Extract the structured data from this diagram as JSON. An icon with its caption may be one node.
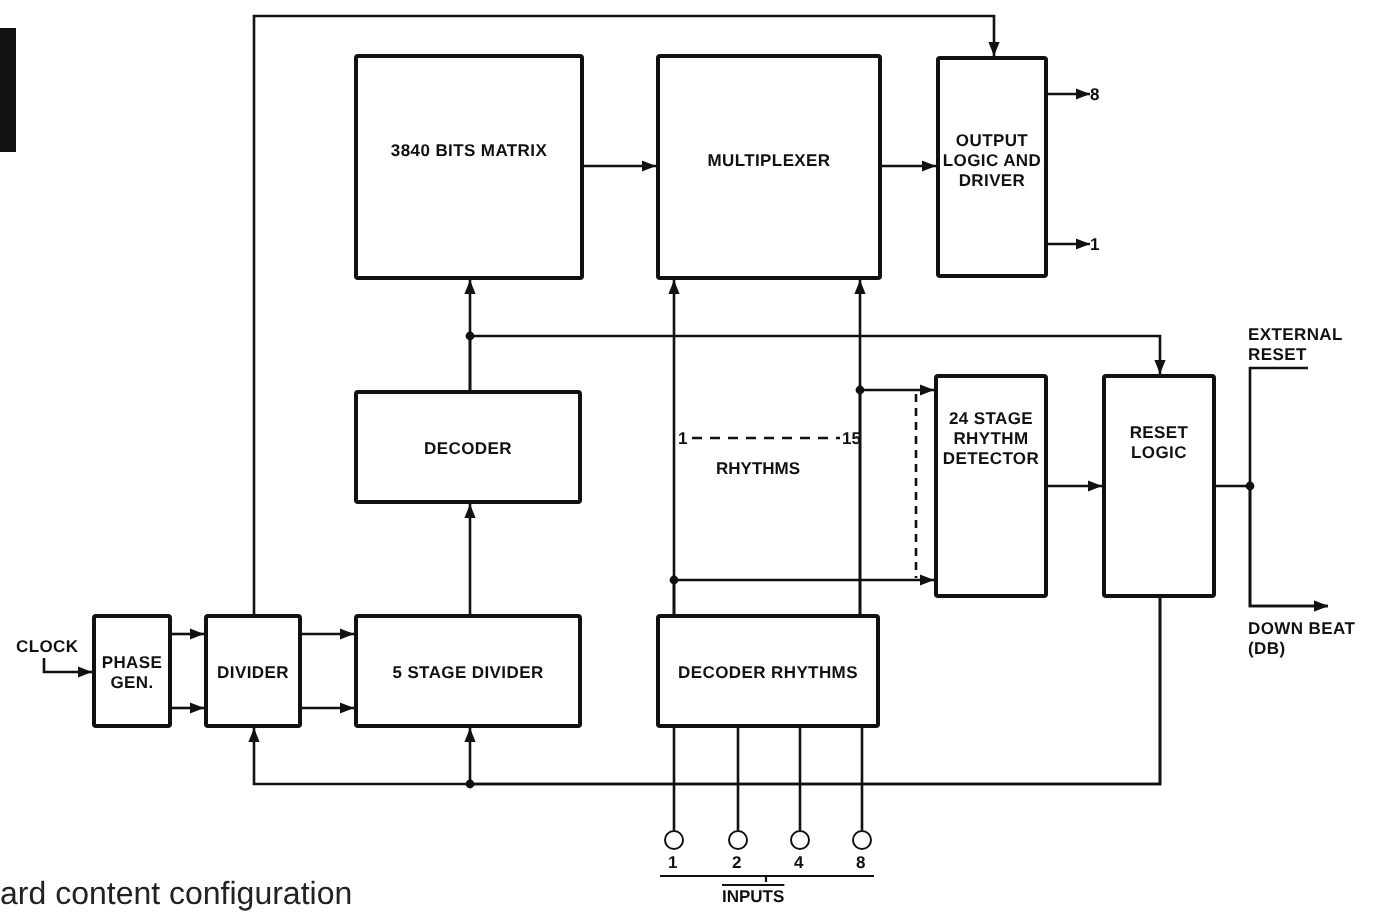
{
  "diagram": {
    "nodes": [
      {
        "text": [
          "CLOCK"
        ]
      },
      {
        "text": [
          "PHASE GEN."
        ]
      },
      {
        "text": [
          "DIVIDER"
        ]
      },
      {
        "text": [
          "5 STAGE DIVIDER"
        ]
      },
      {
        "text": [
          "DECODER"
        ]
      },
      {
        "text": [
          "3840 BITS MATRIX"
        ]
      },
      {
        "text": [
          "MULTIPLEXER"
        ]
      },
      {
        "text": [
          "OUTPUT LOGIC AND DRIVER"
        ]
      },
      {
        "text": [
          "8"
        ]
      },
      {
        "text": [
          "1"
        ]
      },
      {
        "text": [
          "DECODER RHYTHMS"
        ]
      },
      {
        "text": [
          "24 STAGE RHYTHM DETECTOR"
        ]
      },
      {
        "text": [
          "RESET LOGIC"
        ]
      },
      {
        "text": [
          "EXTERNAL RESET"
        ]
      },
      {
        "text": [
          "DOWN BEAT (DB)"
        ]
      },
      {
        "text": [],
        "shape": "circle",
        "beside": [
          "1"
        ]
      },
      {
        "text": [],
        "shape": "circle",
        "beside": [
          "2"
        ]
      },
      {
        "text": [],
        "shape": "circle",
        "beside": [
          "4"
        ]
      },
      {
        "text": [],
        "shape": "circle",
        "beside": [
          "8"
        ]
      }
    ],
    "edges": [
      {
        "from": 0,
        "to": 1,
        "arrow": "to"
      },
      {
        "from": 1,
        "to": 2,
        "arrow": "to"
      },
      {
        "from": 1,
        "to": 2,
        "arrow": "to"
      },
      {
        "from": 2,
        "to": 3,
        "arrow": "to"
      },
      {
        "from": 2,
        "to": 3,
        "arrow": "to"
      },
      {
        "from": 3,
        "to": 4,
        "arrow": "to"
      },
      {
        "from": 4,
        "to": 5,
        "arrow": "to"
      },
      {
        "from": 4,
        "to": 12,
        "arrow": "to"
      },
      {
        "from": 2,
        "to": 7,
        "arrow": "to"
      },
      {
        "from": 5,
        "to": 6,
        "arrow": "to"
      },
      {
        "from": 6,
        "to": 7,
        "arrow": "to"
      },
      {
        "from": 7,
        "to": 8,
        "arrow": "to"
      },
      {
        "from": 7,
        "to": 9,
        "arrow": "to"
      },
      {
        "from": 10,
        "to": 6,
        "arrow": "to"
      },
      {
        "from": 10,
        "to": 6,
        "arrow": "to"
      },
      {
        "from": 10,
        "to": 11,
        "arrow": "to"
      },
      {
        "from": 10,
        "to": 11,
        "arrow": "to"
      },
      {
        "from": 11,
        "to": 12,
        "arrow": "to"
      },
      {
        "from": 12,
        "to": 2,
        "arrow": "to"
      },
      {
        "from": 12,
        "to": 3,
        "arrow": "to"
      },
      {
        "from": 12,
        "to": 14,
        "arrow": "to"
      },
      {
        "from": 13,
        "to": 14,
        "arrow": "to"
      },
      {
        "from": 15,
        "to": 10,
        "arrow": "none"
      },
      {
        "from": 16,
        "to": 10,
        "arrow": "none"
      },
      {
        "from": 17,
        "to": 10,
        "arrow": "none"
      },
      {
        "from": 18,
        "to": 10,
        "arrow": "none"
      }
    ],
    "labels": [
      "1",
      "15",
      "RHYTHMS",
      "INPUTS",
      "ard content configuration"
    ]
  }
}
